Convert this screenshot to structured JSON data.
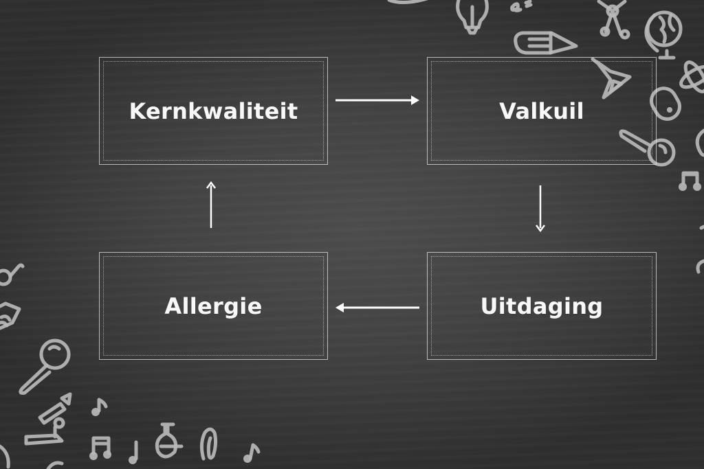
{
  "diagram": {
    "type": "cycle",
    "title": "",
    "colors": {
      "background": "#404040",
      "box_border": "#e6e6e6",
      "text": "#f8f8f8",
      "arrow": "#ffffff",
      "doodle": "#b9b9b9"
    },
    "nodes": [
      {
        "id": "kernkwaliteit",
        "label": "Kernkwaliteit"
      },
      {
        "id": "valkuil",
        "label": "Valkuil"
      },
      {
        "id": "uitdaging",
        "label": "Uitdaging"
      },
      {
        "id": "allergie",
        "label": "Allergie"
      }
    ],
    "edges": [
      {
        "from": "kernkwaliteit",
        "to": "valkuil",
        "direction": "right"
      },
      {
        "from": "valkuil",
        "to": "uitdaging",
        "direction": "down"
      },
      {
        "from": "uitdaging",
        "to": "allergie",
        "direction": "left"
      },
      {
        "from": "allergie",
        "to": "kernkwaliteit",
        "direction": "up"
      }
    ]
  },
  "decorations": {
    "top_right": [
      "lightbulb-icon",
      "letter-e-icon",
      "pencil-icon",
      "molecule-icon",
      "globe-icon",
      "flask-icon",
      "atom-icon",
      "mouse-icon",
      "magnifier-icon",
      "music-note-icon"
    ],
    "bottom_left": [
      "glasses-icon",
      "book-icon",
      "magnifier-icon",
      "microscope-icon",
      "music-note-icon",
      "music-notes-icon",
      "flask-icon",
      "paperclip-icon"
    ]
  }
}
